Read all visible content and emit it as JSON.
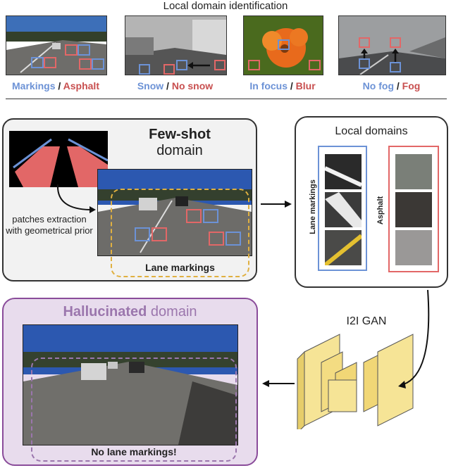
{
  "top": {
    "title": "Local domain identification",
    "examples": [
      {
        "a": "Markings",
        "sep": " / ",
        "b": "Asphalt"
      },
      {
        "a": "Snow",
        "sep": " / ",
        "b": "No snow"
      },
      {
        "a": "In focus",
        "sep": " / ",
        "b": "Blur"
      },
      {
        "a": "No fog",
        "sep": " / ",
        "b": "Fog"
      }
    ]
  },
  "fewshot": {
    "title_bold": "Few-shot",
    "title_rest": "domain",
    "annotation": "patches extraction with geometrical prior",
    "region_label": "Lane markings"
  },
  "local": {
    "title": "Local domains",
    "left_label": "Lane markings",
    "right_label": "Asphalt"
  },
  "gan": {
    "label": "I2I GAN"
  },
  "halluc": {
    "title_bold": "Hallucinated",
    "title_rest": " domain",
    "region_label": "No lane markings!"
  },
  "colors": {
    "blue": "#6c92d6",
    "red": "#e26767",
    "orange_dash": "#e0b040",
    "purple": "#8a4c9a",
    "purple_fill": "#e8dced"
  }
}
